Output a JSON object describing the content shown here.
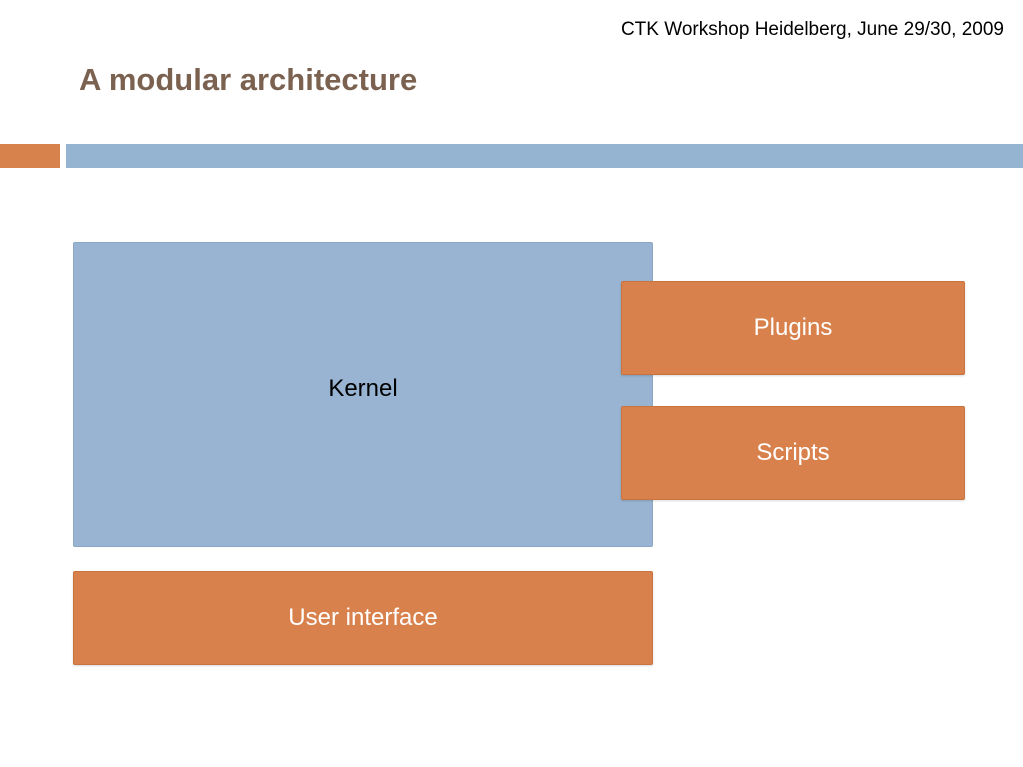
{
  "header": {
    "event": "CTK Workshop Heidelberg, June 29/30, 2009"
  },
  "slide": {
    "title": "A modular architecture"
  },
  "diagram": {
    "kernel": "Kernel",
    "plugins": "Plugins",
    "scripts": "Scripts",
    "user_interface": "User interface"
  },
  "colors": {
    "title": "#7b6150",
    "orange": "#d8814c",
    "blue": "#98b4d2"
  }
}
